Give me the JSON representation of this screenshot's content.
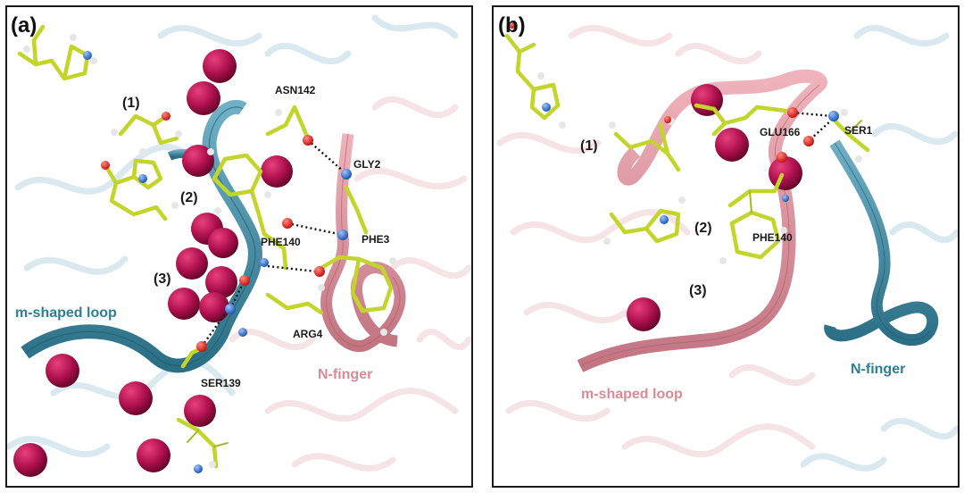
{
  "panels": [
    {
      "letter": "(a)",
      "sites": [
        "(1)",
        "(2)",
        "(3)"
      ],
      "residues": [
        "ASN142",
        "GLY2",
        "PHE140",
        "PHE3",
        "ARG4",
        "SER139"
      ],
      "regions": {
        "loop": "m-shaped loop",
        "finger": "N-finger"
      }
    },
    {
      "letter": "(b)",
      "sites": [
        "(1)",
        "(2)",
        "(3)"
      ],
      "residues": [
        "GLU166",
        "SER1",
        "PHE140"
      ],
      "regions": {
        "loop": "m-shaped loop",
        "finger": "N-finger"
      }
    }
  ],
  "colors": {
    "teal_ribbon": "#3f8aa3",
    "pink_ribbon": "#d98b96",
    "carbon_stick": "#c3d52b",
    "water_sphere": "#b0114f",
    "oxygen": "#e0201b",
    "nitrogen": "#2f74d0",
    "frame": "#1a1a1a"
  },
  "icons": [
    "water-sphere-icon",
    "oxygen-atom-icon",
    "nitrogen-atom-icon"
  ]
}
